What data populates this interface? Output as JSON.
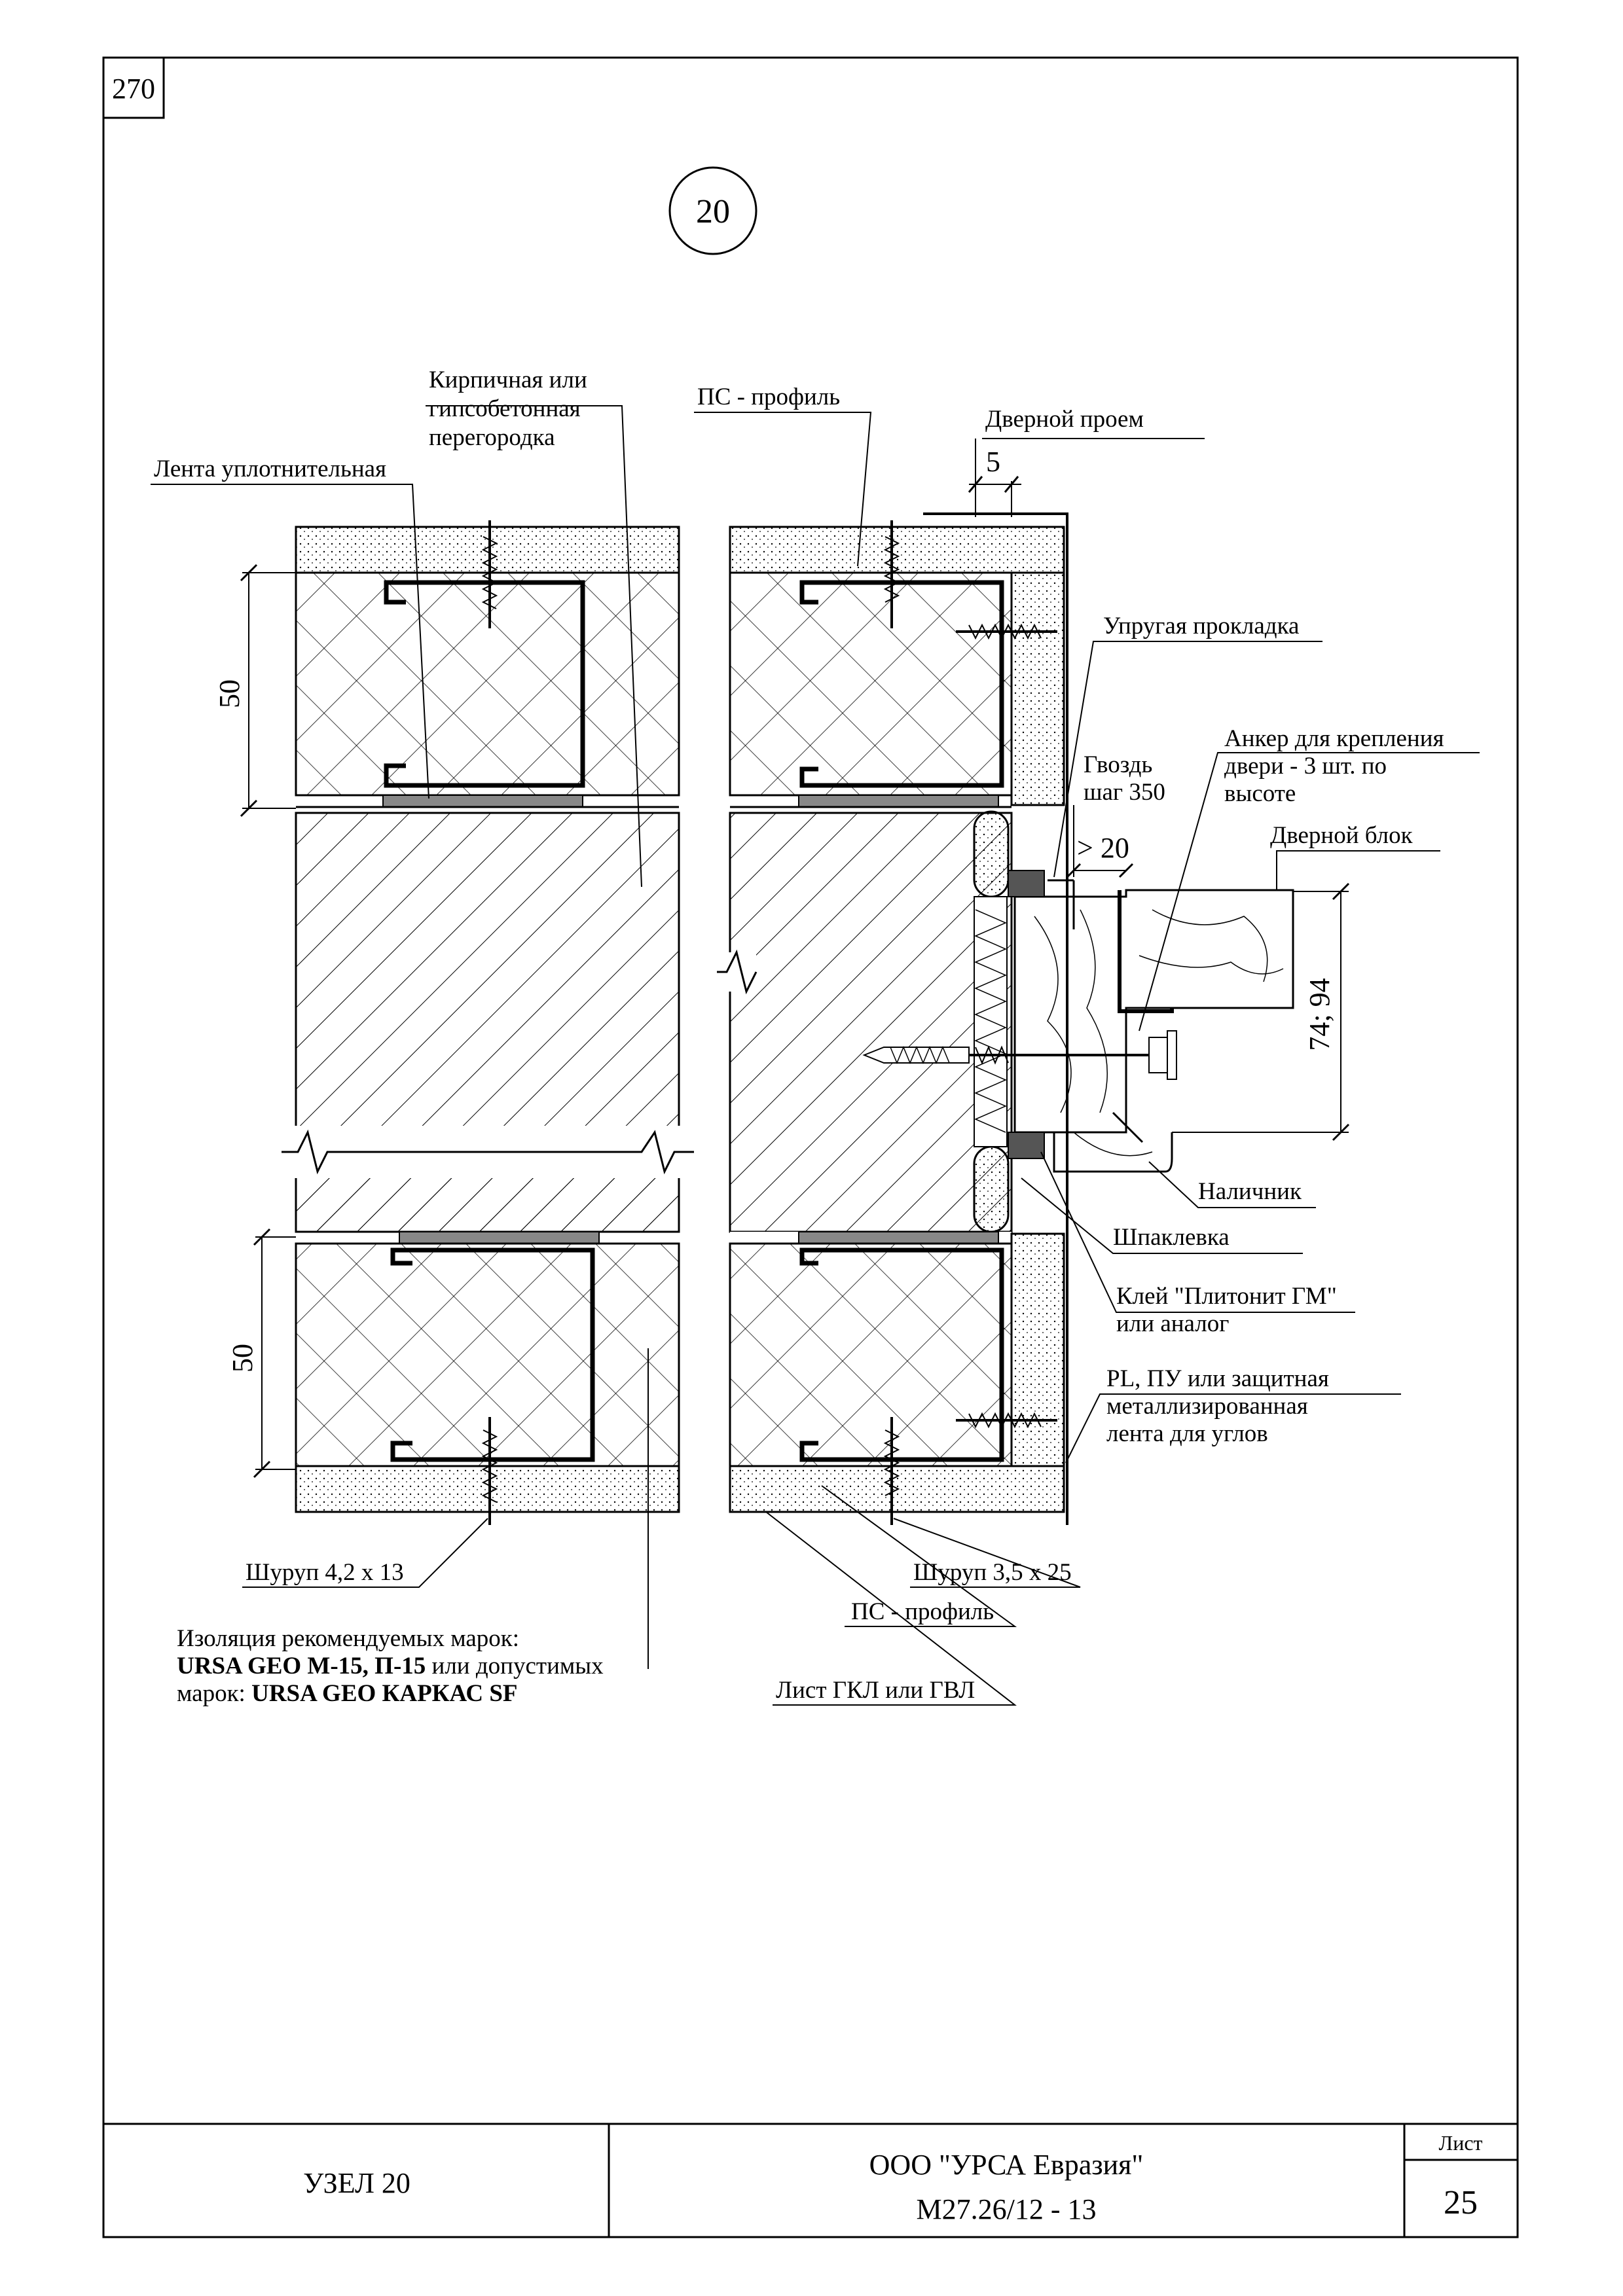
{
  "sheet": {
    "corner_number": "270",
    "node_marker": "20"
  },
  "labels": {
    "brick_partition": [
      "Кирпичная или",
      "гипсобетонная",
      "перегородка"
    ],
    "sealing_tape": "Лента уплотнительная",
    "ps_profile_top": "ПС - профиль",
    "door_opening": "Дверной проем",
    "gap_5": "5",
    "elastic_gasket": "Упругая прокладка",
    "anchor": [
      "Анкер для крепления",
      "двери - 3 шт. по",
      "высоте"
    ],
    "nail": [
      "Гвоздь",
      "шаг 350"
    ],
    "gt_20": "> 20",
    "door_block": "Дверной блок",
    "dim_74_94": "74; 94",
    "trim": "Наличник",
    "putty": "Шпаклевка",
    "glue": [
      "Клей \"Плитонит ГМ\"",
      "или аналог"
    ],
    "corner_tape": [
      "PL, ПУ или защитная",
      "металлизированная",
      "лента для углов"
    ],
    "dim_50_top": "50",
    "dim_50_bottom": "50",
    "screw_42": "Шуруп 4,2 х 13",
    "screw_35": "Шуруп 3,5 х 25",
    "ps_profile_bottom": "ПС - профиль",
    "sheet_gkl": "Лист ГКЛ или ГВЛ",
    "insulation_line1": "Изоляция рекомендуемых марок:",
    "insulation_bold2": "URSA GEO М-15, П-15",
    "insulation_rest2": " или допустимых",
    "insulation_line3": "марок: ",
    "insulation_bold3": "URSA GEO КАРКАС SF"
  },
  "title_block": {
    "node": "УЗЕЛ 20",
    "company": "ООО \"УРСА Евразия\"",
    "code": "М27.26/12 - 13",
    "sheet_label": "Лист",
    "sheet_number": "25"
  }
}
